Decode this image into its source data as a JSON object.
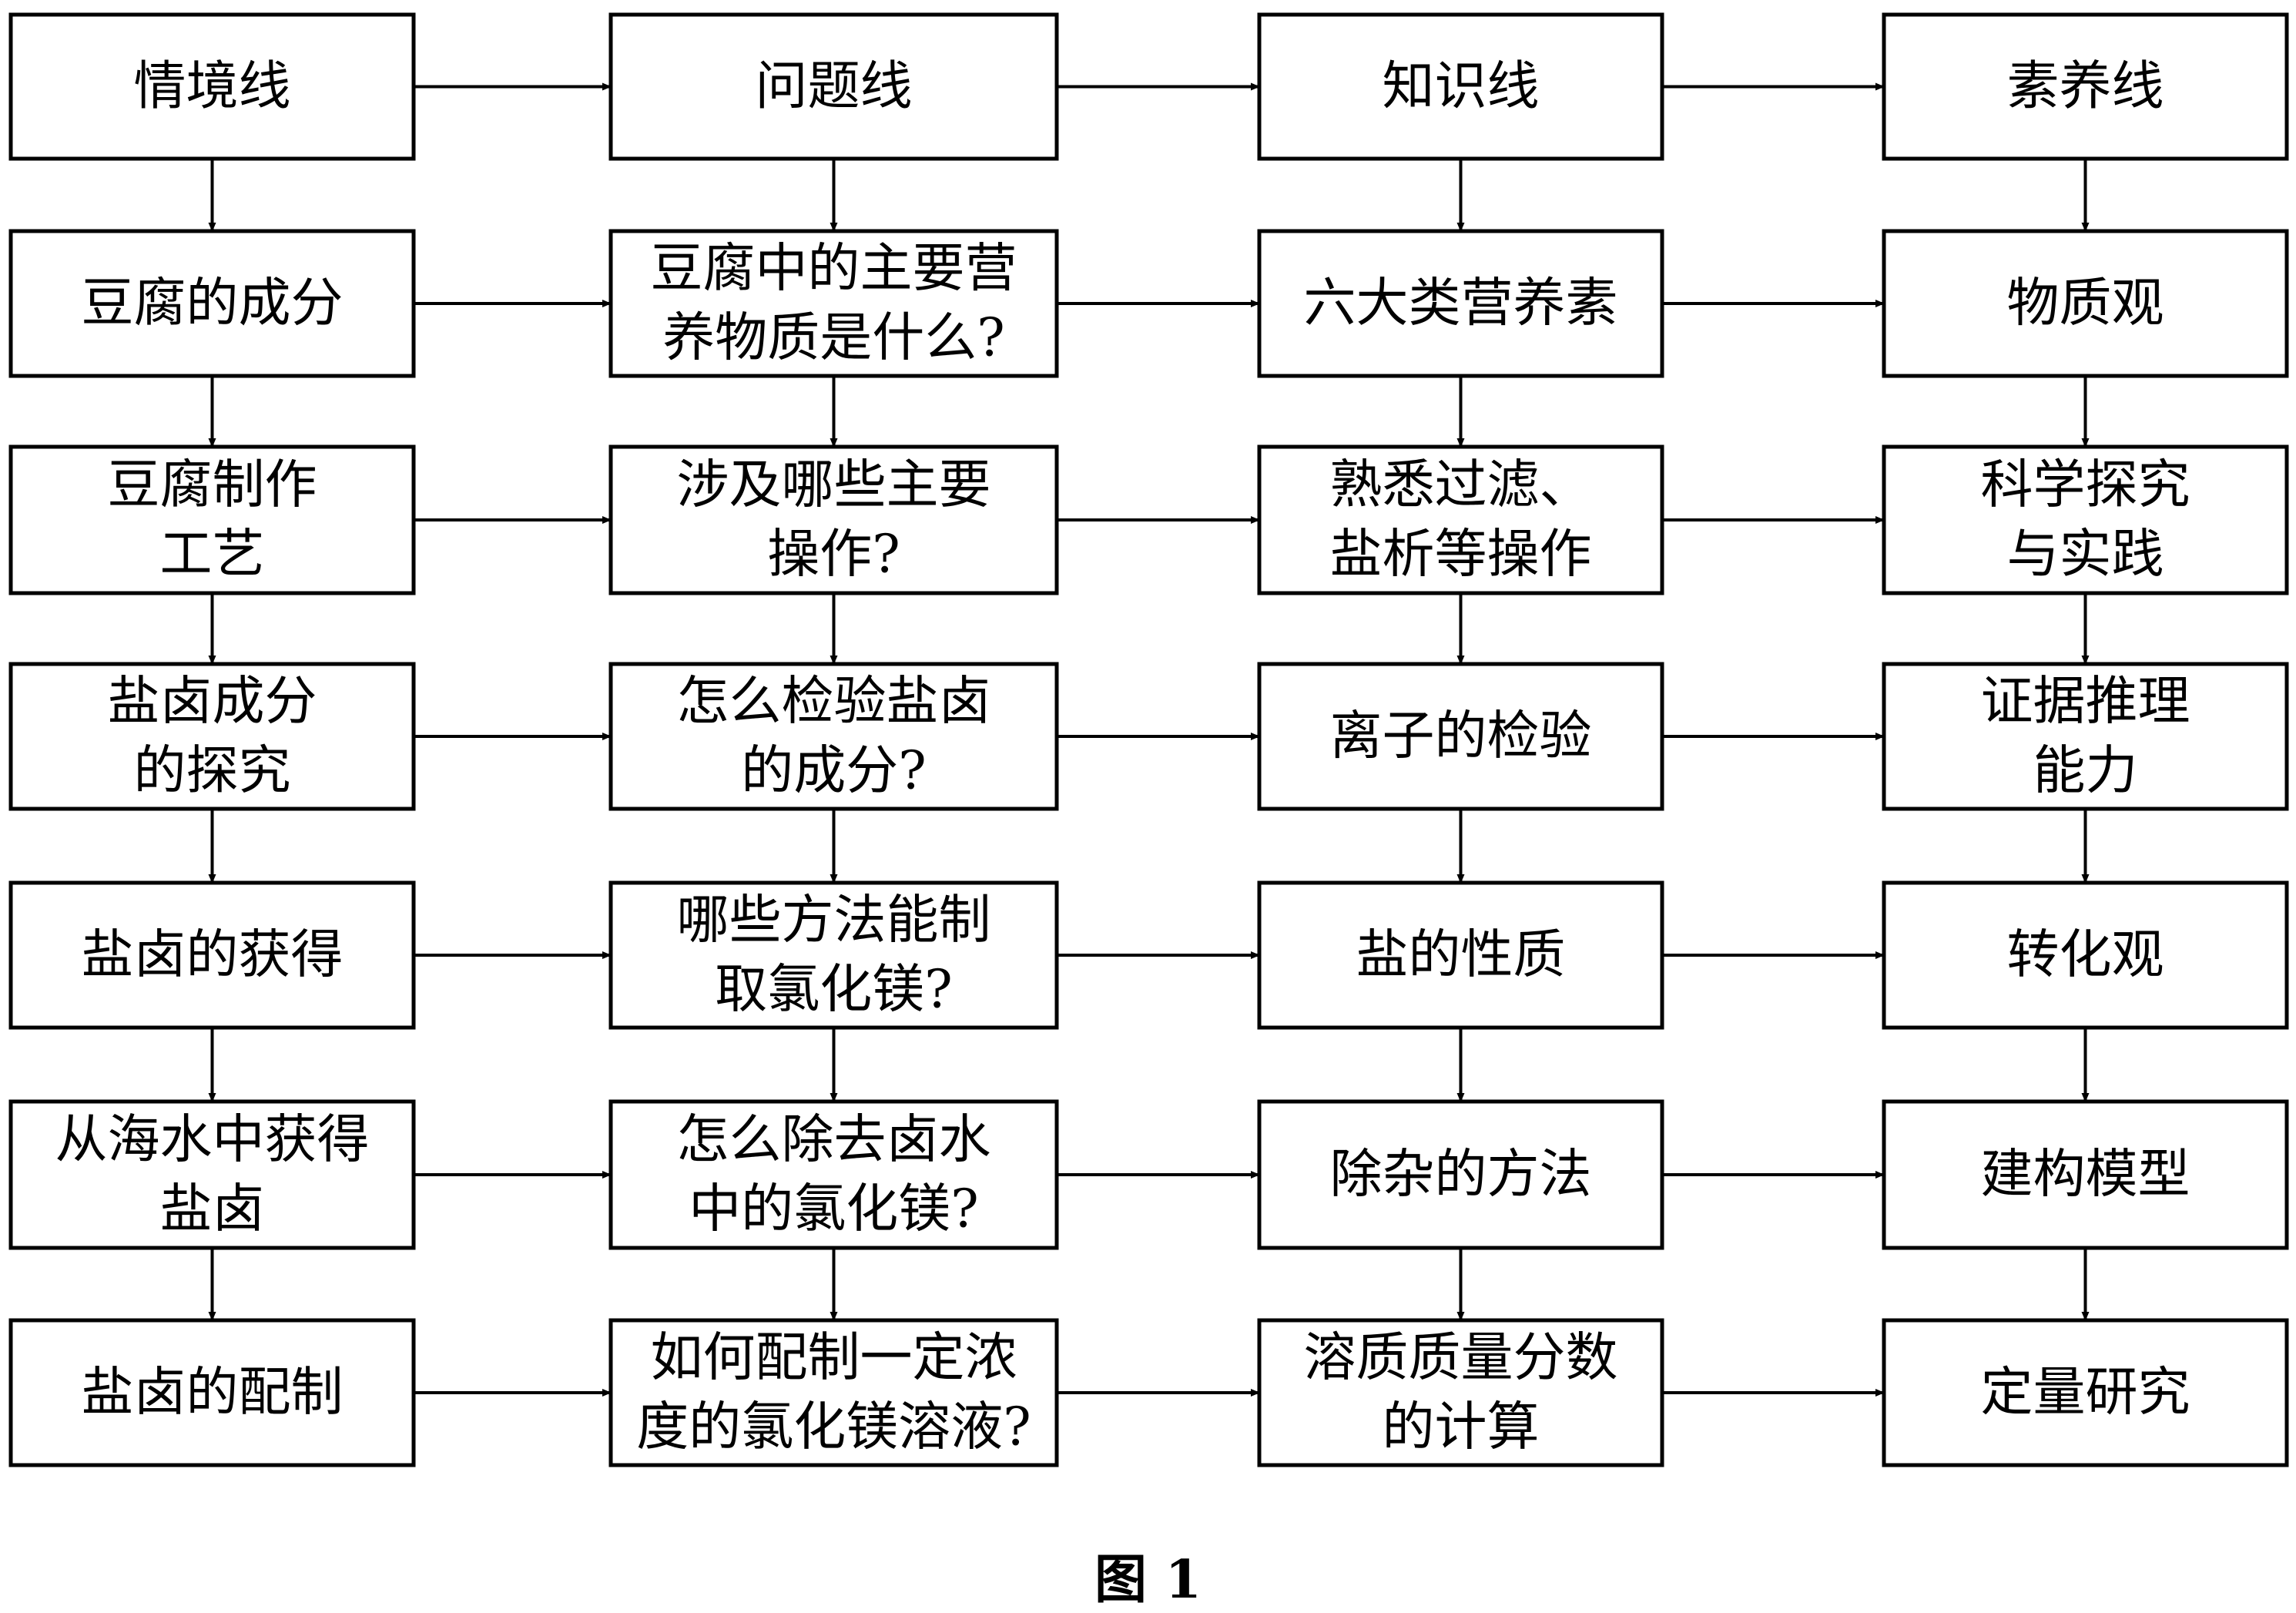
{
  "columns": [
    {
      "name": "情境线",
      "items": [
        [
          "豆腐的成分"
        ],
        [
          "豆腐制作",
          "工艺"
        ],
        [
          "盐卤成分",
          "的探究"
        ],
        [
          "盐卤的获得"
        ],
        [
          "从海水中获得",
          "盐卤"
        ],
        [
          "盐卤的配制"
        ]
      ]
    },
    {
      "name": "问题线",
      "items": [
        [
          "豆腐中的主要营",
          "养物质是什么?"
        ],
        [
          "涉及哪些主要",
          "操作?"
        ],
        [
          "怎么检验盐卤",
          "的成分?"
        ],
        [
          "哪些方法能制",
          "取氯化镁?"
        ],
        [
          "怎么除去卤水",
          "中的氯化镁?"
        ],
        [
          "如何配制一定浓",
          "度的氯化镁溶液?"
        ]
      ]
    },
    {
      "name": "知识线",
      "items": [
        [
          "六大类营养素"
        ],
        [
          "熟悉过滤、",
          "盐析等操作"
        ],
        [
          "离子的检验"
        ],
        [
          "盐的性质"
        ],
        [
          "除杂的方法"
        ],
        [
          "溶质质量分数",
          "的计算"
        ]
      ]
    },
    {
      "name": "素养线",
      "items": [
        [
          "物质观"
        ],
        [
          "科学探究",
          "与实践"
        ],
        [
          "证据推理",
          "能力"
        ],
        [
          "转化观"
        ],
        [
          "建构模型"
        ],
        [
          "定量研究"
        ]
      ]
    }
  ],
  "caption": "图 1"
}
